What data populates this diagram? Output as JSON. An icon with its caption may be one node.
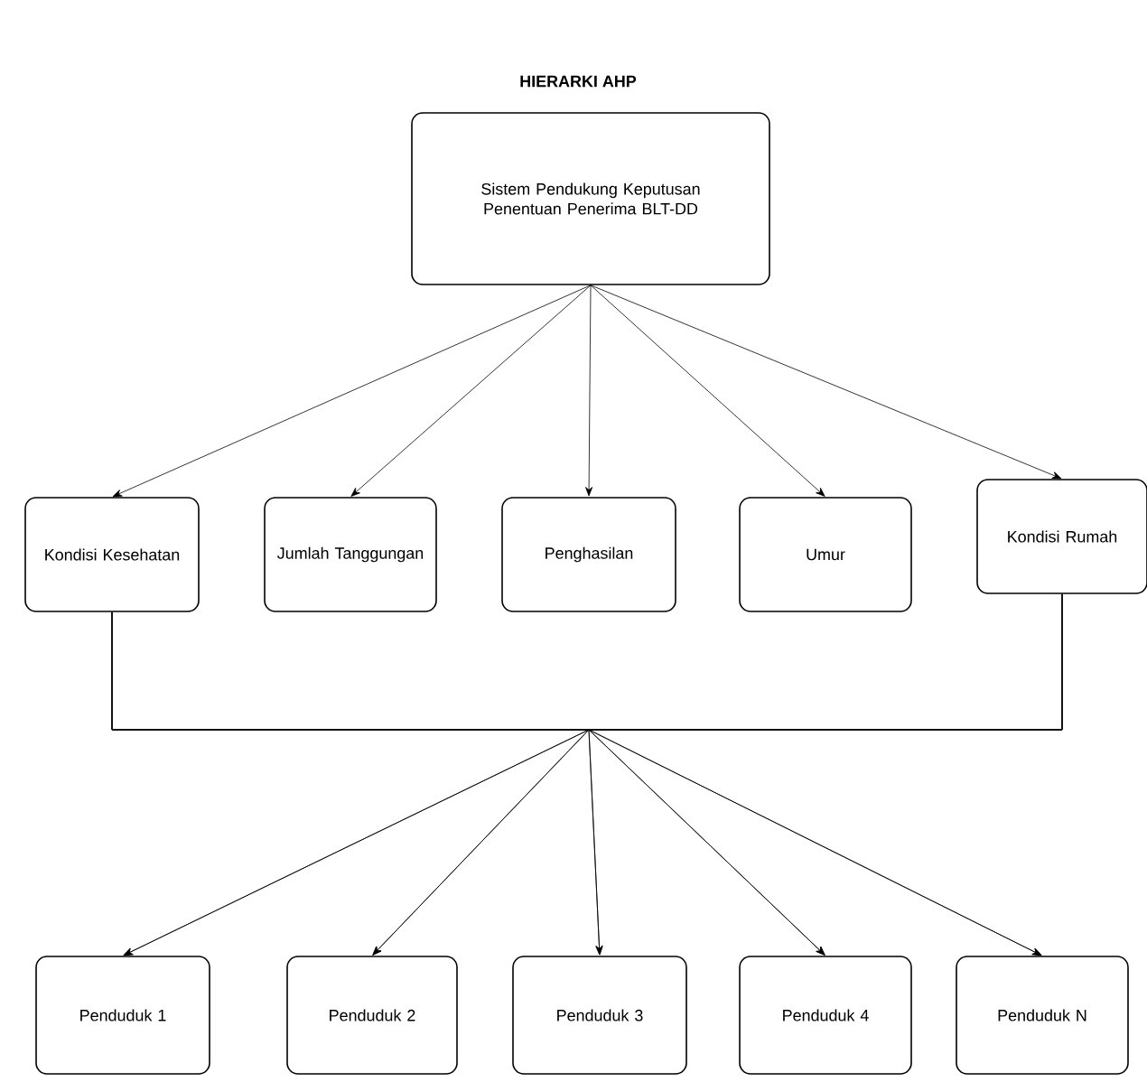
{
  "diagram": {
    "title": "HIERARKI AHP",
    "nodes": [
      {
        "text": [
          "Sistem Pendukung Keputusan Penentuan Penerima BLT-DD"
        ]
      },
      {
        "text": [
          "Kondisi Kesehatan"
        ]
      },
      {
        "text": [
          "Jumlah Tanggungan"
        ]
      },
      {
        "text": [
          "Penghasilan"
        ]
      },
      {
        "text": [
          "Umur"
        ]
      },
      {
        "text": [
          "Kondisi Rumah"
        ]
      },
      {
        "text": [
          "Penduduk 1"
        ]
      },
      {
        "text": [
          "Penduduk 2"
        ]
      },
      {
        "text": [
          "Penduduk 3"
        ]
      },
      {
        "text": [
          "Penduduk 4"
        ]
      },
      {
        "text": [
          "Penduduk N"
        ]
      }
    ],
    "edges": [
      {
        "from": 0,
        "to": 1,
        "arrow": "to"
      },
      {
        "from": 0,
        "to": 2,
        "arrow": "to"
      },
      {
        "from": 0,
        "to": 3,
        "arrow": "to"
      },
      {
        "from": 0,
        "to": 4,
        "arrow": "to"
      },
      {
        "from": 0,
        "to": 5,
        "arrow": "to"
      },
      {
        "from": 1,
        "to": 6,
        "arrow": "to"
      },
      {
        "from": 1,
        "to": 7,
        "arrow": "to"
      },
      {
        "from": 1,
        "to": 8,
        "arrow": "to"
      },
      {
        "from": 1,
        "to": 9,
        "arrow": "to"
      },
      {
        "from": 1,
        "to": 10,
        "arrow": "to"
      },
      {
        "from": 5,
        "to": 6,
        "arrow": "to"
      },
      {
        "from": 5,
        "to": 7,
        "arrow": "to"
      },
      {
        "from": 5,
        "to": 8,
        "arrow": "to"
      },
      {
        "from": 5,
        "to": 9,
        "arrow": "to"
      },
      {
        "from": 5,
        "to": 10,
        "arrow": "to"
      }
    ]
  }
}
